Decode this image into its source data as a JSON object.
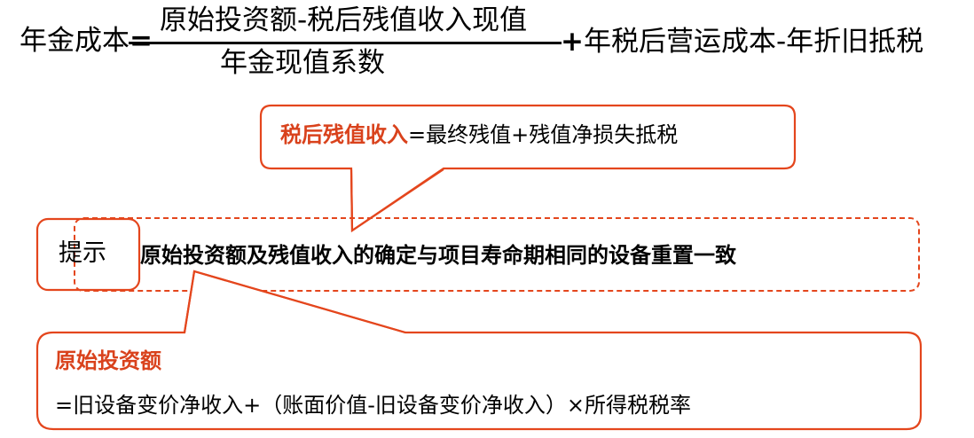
{
  "colors": {
    "accent": "#e4461d",
    "highlight_text": "#d9421c",
    "text": "#000000",
    "background": "#ffffff"
  },
  "formula": {
    "lhs": "年金成本",
    "equals": "=",
    "numerator": "原始投资额-税后残值收入现值",
    "denominator": "年金现值系数",
    "plus": "+",
    "rhs": "年税后营运成本-年折旧抵税"
  },
  "callout_salvage": {
    "term": "税后残值收入",
    "definition": "=最终残值+残值净损失抵税"
  },
  "hint": {
    "label": "提示",
    "text": "原始投资额及残值收入的确定与项目寿命期相同的设备重置一致"
  },
  "callout_investment": {
    "term": "原始投资额",
    "definition": "=旧设备变价净收入+（账面价值-旧设备变价净收入）×所得税税率"
  }
}
